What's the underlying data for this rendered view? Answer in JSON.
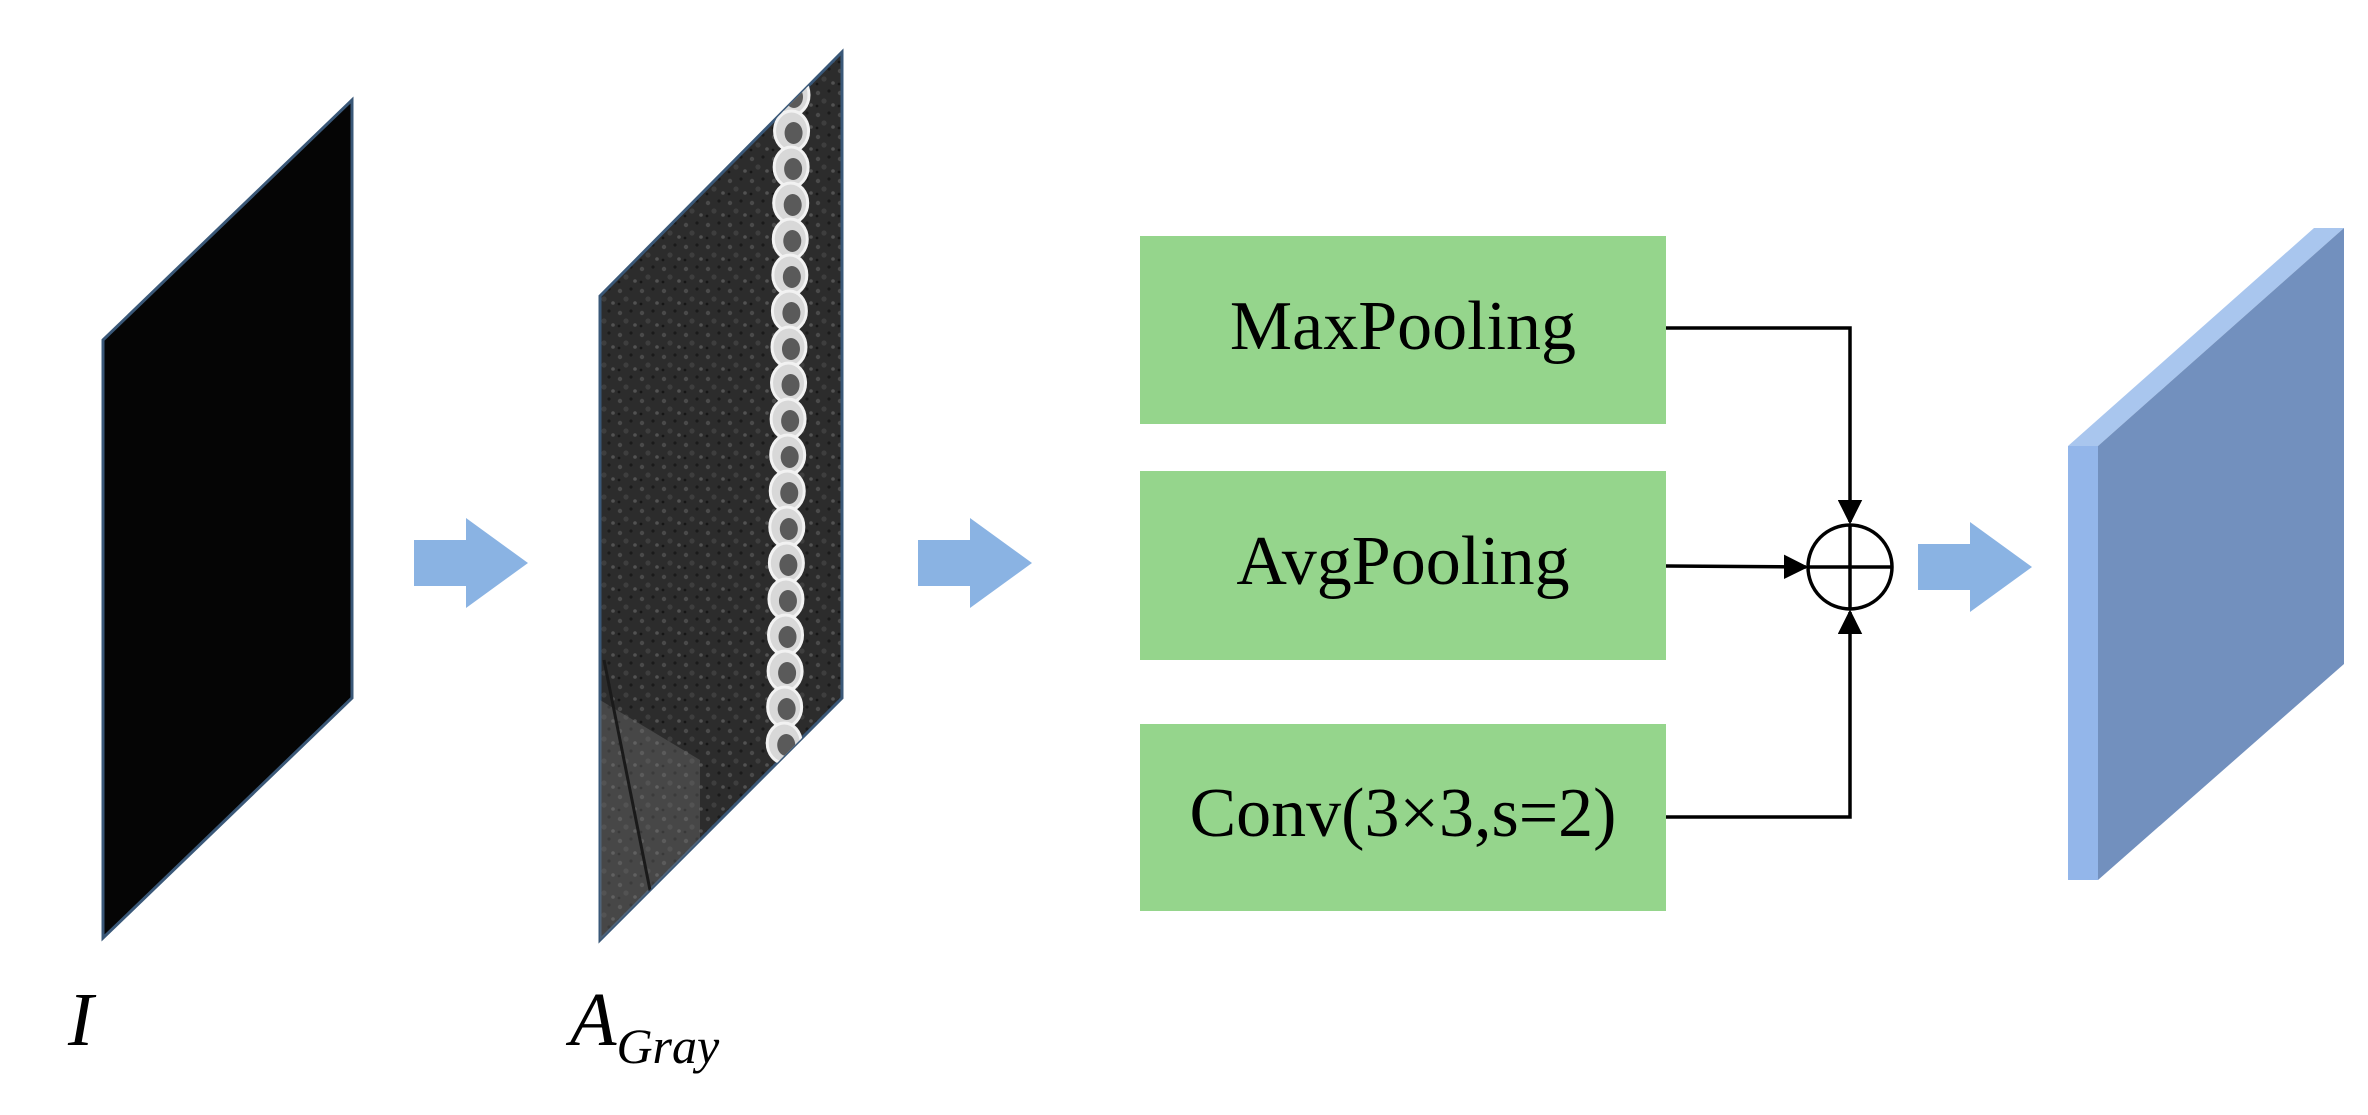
{
  "colors": {
    "box_fill": "#95D58C",
    "arrow_fill": "#8AB3E3",
    "panel_input": "#050505",
    "panel_gray": "#2A2A2A",
    "panel_output_front": "#7290BE",
    "panel_output_side": "#93B6EA",
    "panel_edge": "#3A5878",
    "line": "#000000"
  },
  "labels": {
    "input": "I",
    "gray_main": "A",
    "gray_sub": "Gray"
  },
  "boxes": {
    "maxpool": "MaxPooling",
    "avgpool": "AvgPooling",
    "conv": "Conv(3×3,s=2)"
  },
  "operator": "sum-circle-plus"
}
